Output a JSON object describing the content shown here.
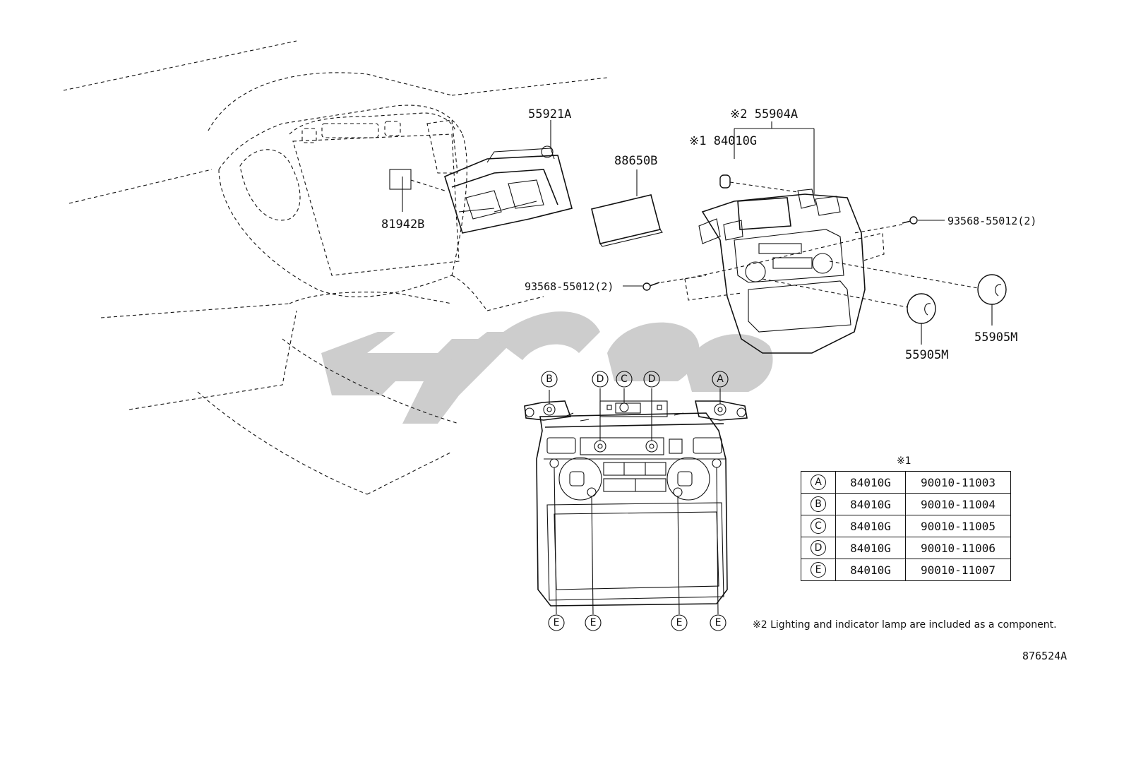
{
  "callouts": {
    "p55921A": "55921A",
    "p81942B": "81942B",
    "p88650B": "88650B",
    "p55904A": "※2 55904A",
    "p84010G": "※1 84010G",
    "p93568_right": "93568-55012(2)",
    "p93568_left": "93568-55012(2)",
    "p55905M_a": "55905M",
    "p55905M_b": "55905M"
  },
  "mount_letters": {
    "top": [
      "B",
      "D",
      "C",
      "D",
      "A"
    ],
    "bottom": [
      "E",
      "E",
      "E",
      "E"
    ]
  },
  "table": {
    "note": "※1",
    "rows": [
      {
        "key": "A",
        "part": "84010G",
        "number": "90010-11003"
      },
      {
        "key": "B",
        "part": "84010G",
        "number": "90010-11004"
      },
      {
        "key": "C",
        "part": "84010G",
        "number": "90010-11005"
      },
      {
        "key": "D",
        "part": "84010G",
        "number": "90010-11006"
      },
      {
        "key": "E",
        "part": "84010G",
        "number": "90010-11007"
      }
    ]
  },
  "footnote": "※2 Lighting and indicator lamp are included as a component.",
  "diagram_id": "876524A",
  "colors": {
    "line": "#111111",
    "watermark": "#c8c8c8",
    "background": "#ffffff"
  }
}
